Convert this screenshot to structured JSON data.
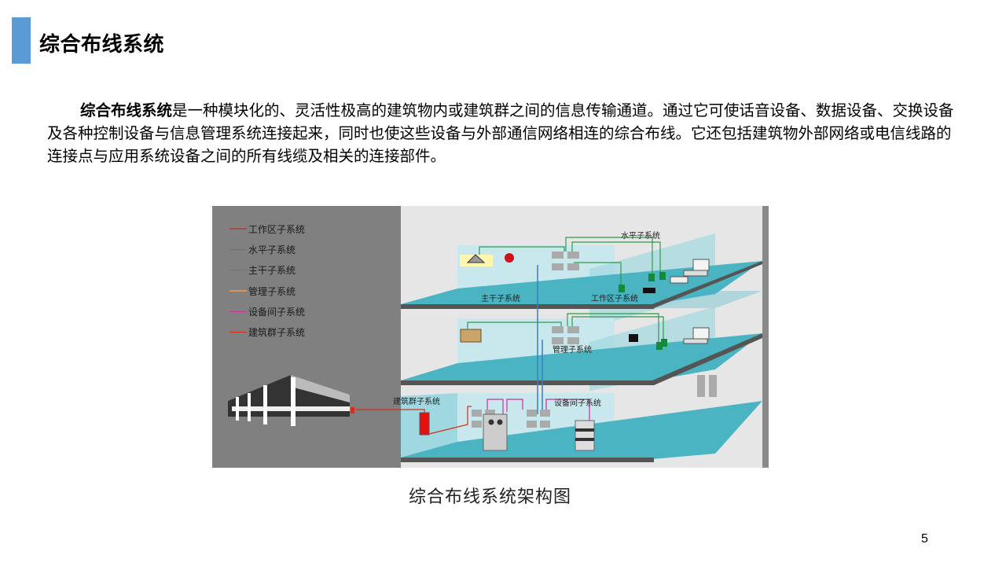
{
  "header": {
    "title": "综合布线系统",
    "accent_color": "#5b9bd5"
  },
  "body": {
    "bold_lead": "综合布线系统",
    "text": "是一种模块化的、灵活性极高的建筑物内或建筑群之间的信息传输通道。通过它可使话音设备、数据设备、交换设备及各种控制设备与信息管理系统连接起来，同时也使这些设备与外部通信网络相连的综合布线。它还包括建筑物外部网络或电信线路的连接点与应用系统设备之间的所有线缆及相关的连接部件。"
  },
  "figure": {
    "background": "#808080",
    "legend": [
      {
        "label": "工作区子系统",
        "color": "#a0524a"
      },
      {
        "label": "水平子系统",
        "color": "#2e9a4e"
      },
      {
        "label": "主干子系统",
        "color": "#3a7fc0"
      },
      {
        "label": "管理子系统",
        "color": "#e0905a"
      },
      {
        "label": "设备间子系统",
        "color": "#c8309a"
      },
      {
        "label": "建筑群子系统",
        "color": "#d0301c"
      }
    ],
    "labels": {
      "horizontal": "水平子系统",
      "backbone": "主干子系统",
      "work_area": "工作区子系统",
      "management": "管理子系统",
      "campus": "建筑群子系统",
      "equipment_room": "设备间子系统"
    }
  },
  "caption": "综合布线系统架构图",
  "page_number": "5"
}
